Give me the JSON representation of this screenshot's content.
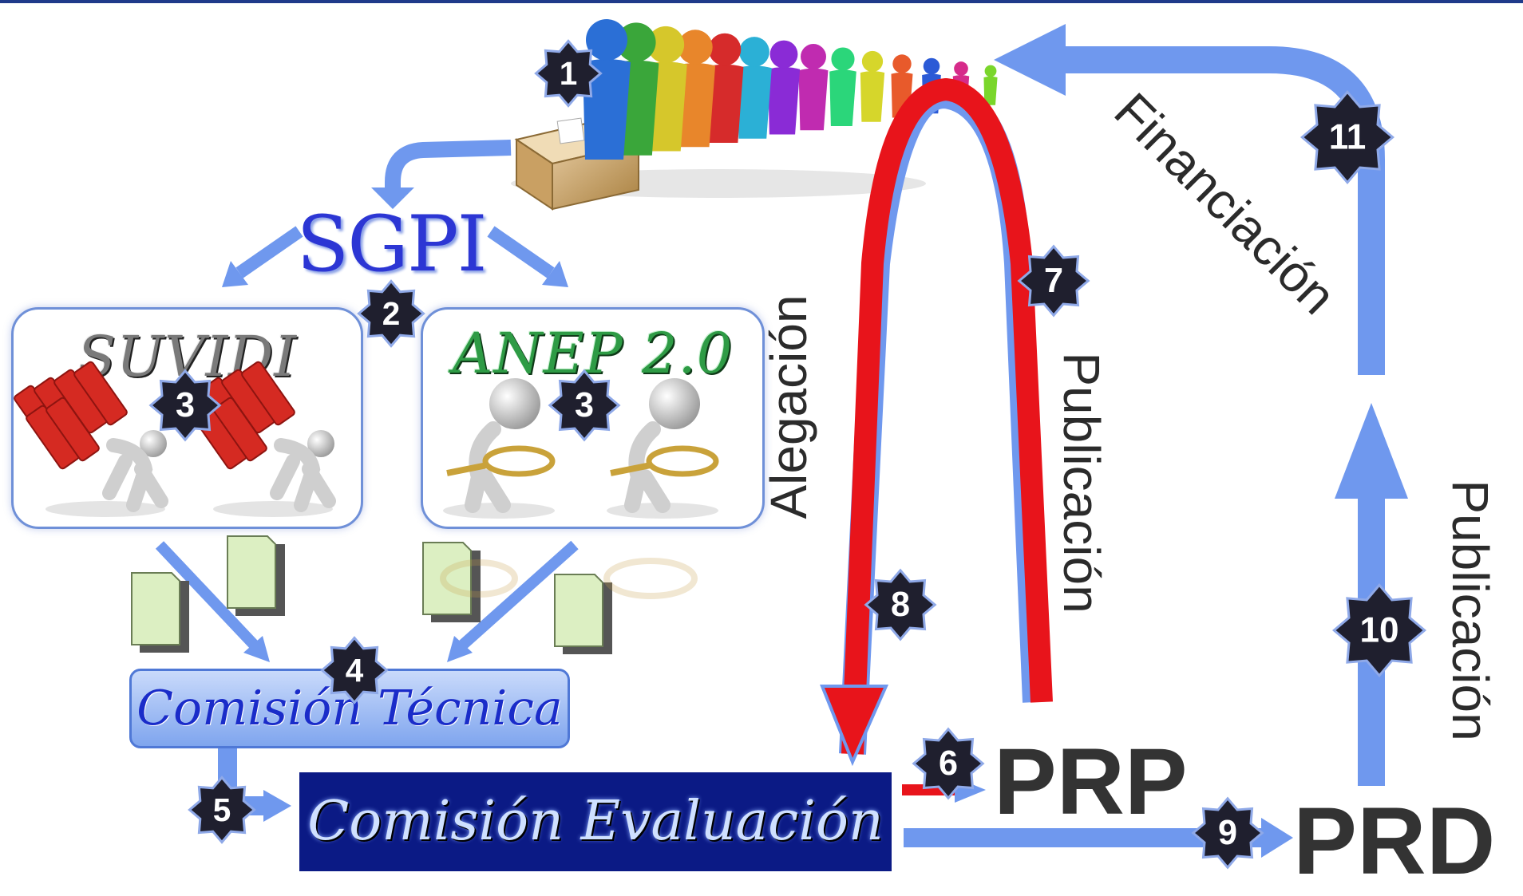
{
  "sgpi": "SGPI",
  "suvidi": "SUVIDI",
  "anep": "ANEP 2.0",
  "comision_tecnica": "Comisión Técnica",
  "comision_evaluacion": "Comisión Evaluación",
  "prp": "PRP",
  "prd": "PRD",
  "labels": {
    "alegacion": "Alegación",
    "publicacion_prp": "Publicación",
    "financiacion": "Financiación",
    "publicacion_prd": "Publicación"
  },
  "steps": [
    "1",
    "2",
    "3",
    "3",
    "4",
    "5",
    "6",
    "7",
    "8",
    "9",
    "10",
    "11"
  ],
  "icons": {
    "queue": "people-queue-voting-icon",
    "box": "ballot-box-icon",
    "worker": "figure-carrying-files-icon",
    "inspector": "figure-with-magnifier-icon",
    "document": "document-icon"
  },
  "colors": {
    "flow_blue": "#6f98ee",
    "flow_red": "#e8141b",
    "badge": "#1f1f2e",
    "sgpi": "#2c36d4",
    "anep": "#2e9b45",
    "evaluacion_bg": "#0b1a85"
  }
}
